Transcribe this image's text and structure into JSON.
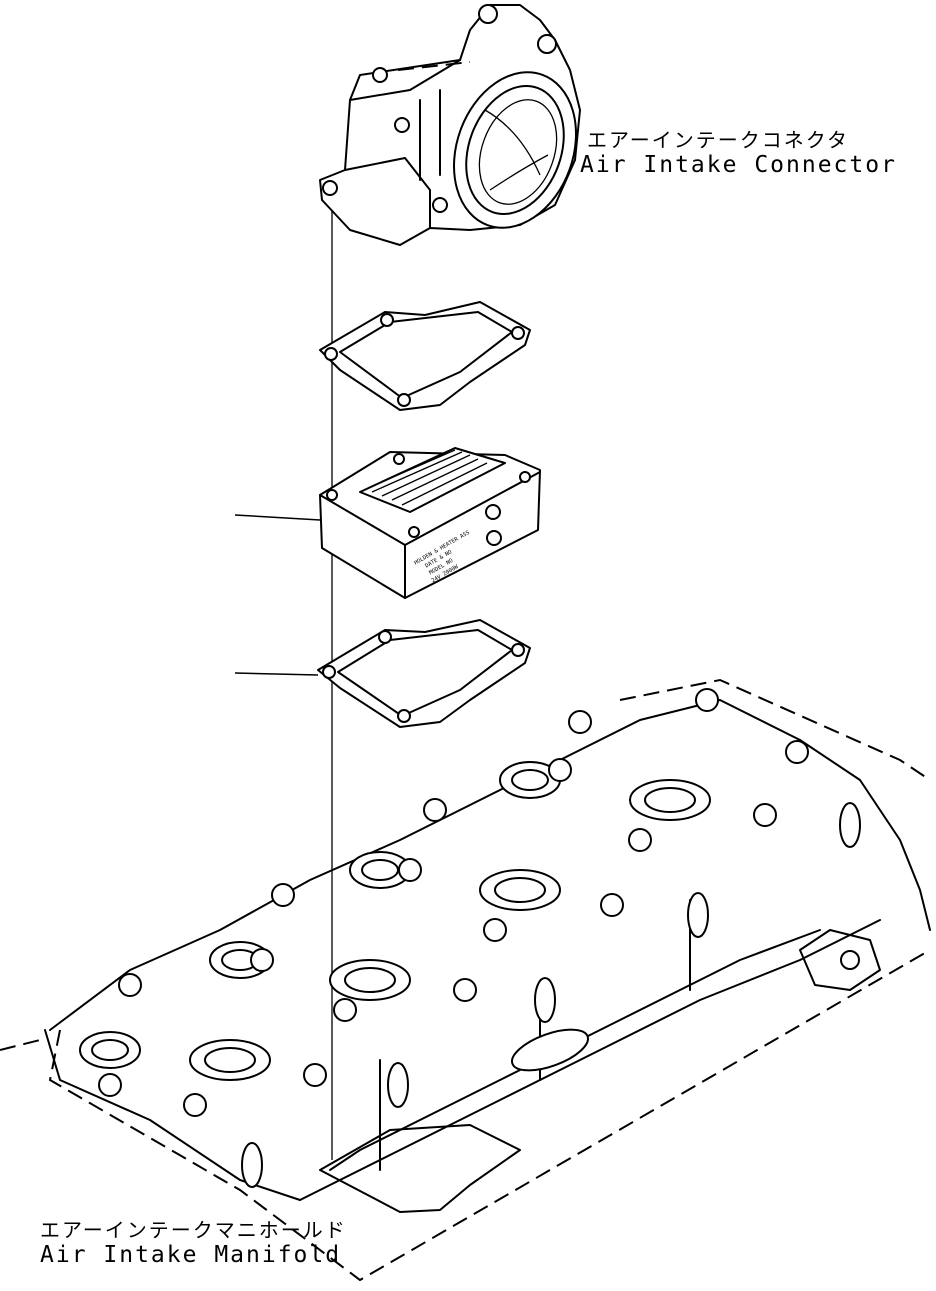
{
  "labels": {
    "connector": {
      "jp": "エアーインテークコネクタ",
      "en": "Air Intake Connector"
    },
    "manifold": {
      "jp": "エアーインテークマニホールド",
      "en": "Air Intake Manifold"
    }
  },
  "plate_text": [
    "HOLDEN & HEATER ASS",
    "DATE & NO",
    "MODEL NO",
    "24V 2000W"
  ]
}
